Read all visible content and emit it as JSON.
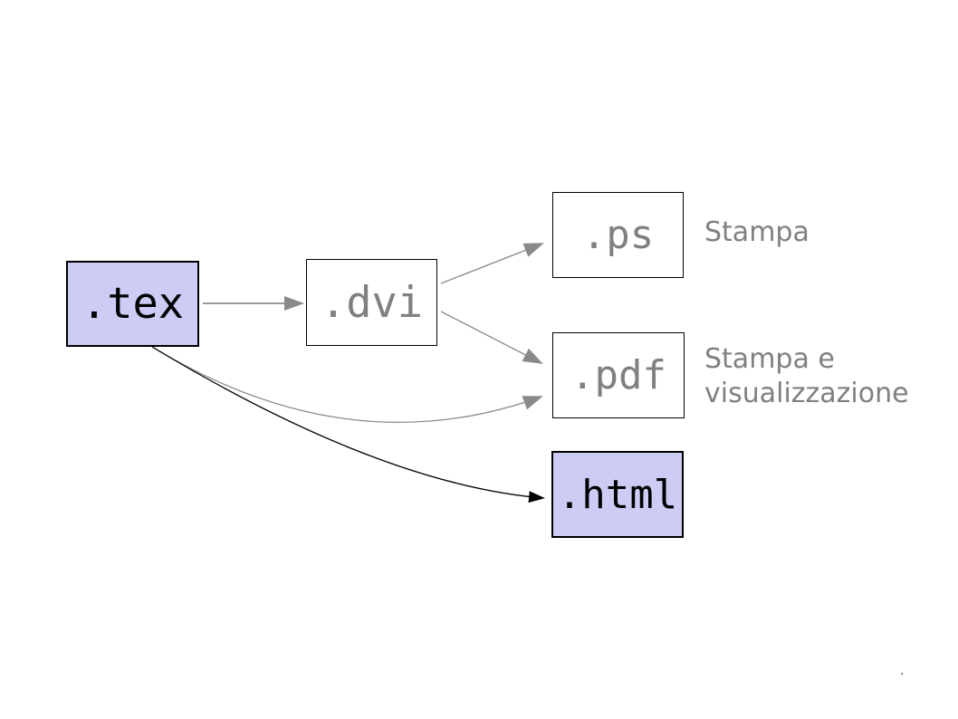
{
  "diagram": {
    "nodes": {
      "tex": {
        "label": ".tex",
        "highlighted": true
      },
      "dvi": {
        "label": ".dvi",
        "highlighted": false
      },
      "ps": {
        "label": ".ps",
        "highlighted": false
      },
      "pdf": {
        "label": ".pdf",
        "highlighted": false
      },
      "html": {
        "label": ".html",
        "highlighted": true
      }
    },
    "edges": [
      {
        "from": ".tex",
        "to": ".dvi",
        "style": "straight",
        "color": "gray"
      },
      {
        "from": ".dvi",
        "to": ".ps",
        "style": "straight",
        "color": "gray"
      },
      {
        "from": ".dvi",
        "to": ".pdf",
        "style": "straight",
        "color": "gray"
      },
      {
        "from": ".tex",
        "to": ".pdf",
        "style": "curved",
        "color": "gray"
      },
      {
        "from": ".tex",
        "to": ".html",
        "style": "curved",
        "color": "black"
      }
    ],
    "annotations": {
      "ps": "Stampa",
      "pdf": "Stampa e visualizzazione"
    },
    "colors": {
      "highlight_fill": "#ccccf5",
      "plain_fill": "#ffffff",
      "node_border": "#000000",
      "muted_text": "#808080",
      "edge_gray": "#8a8a8a",
      "edge_black": "#000000",
      "background": "#ffffff"
    }
  },
  "misc": {
    "corner_mark": "."
  }
}
